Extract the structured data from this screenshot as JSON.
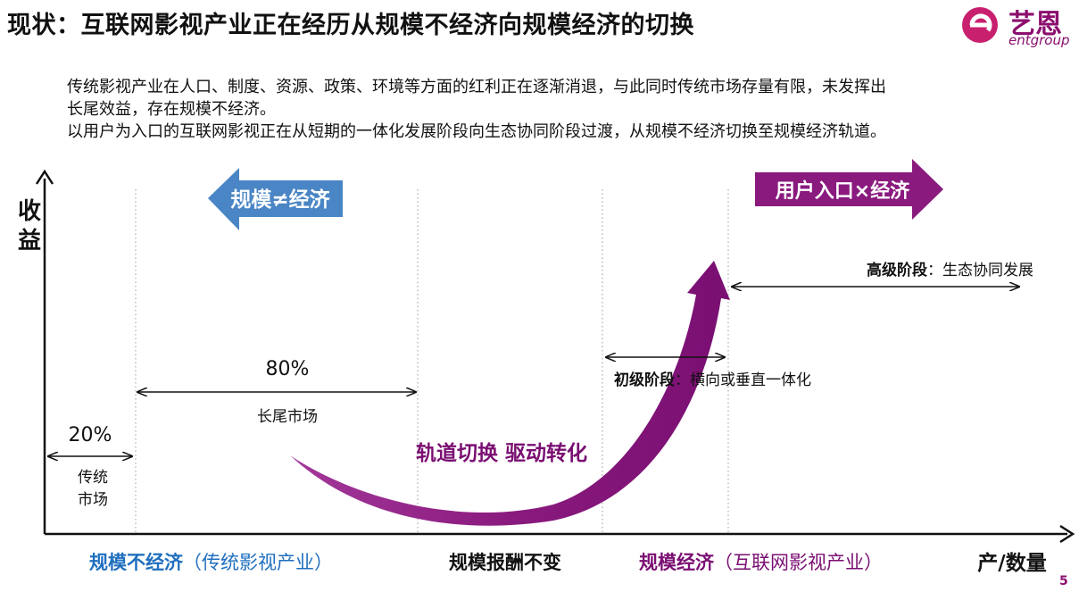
{
  "title": "现状：互联网影视产业正在经历从规模不经济向规模经济的切换",
  "logo": {
    "name_cn": "艺恩",
    "name_en": "entgroup",
    "icon": "entgroup-e-logo-icon"
  },
  "paragraphs": [
    "传统影视产业在人口、制度、资源、政策、环境等方面的红利正在逐渐消退，与此同时传统市场存量有限，未发挥出",
    "长尾效益，存在规模不经济。",
    "以用户为入口的互联网影视正在从短期的一体化发展阶段向生态协同阶段过渡，从规模不经济切换至规模经济轨道。"
  ],
  "axes": {
    "y_label_1": "收",
    "y_label_2": "益",
    "x_label": "产/数量"
  },
  "arrows": {
    "left_block": "规模≠经济",
    "right_block": "用户入口×经济",
    "curve": "轨道切换 驱动转化"
  },
  "segments": {
    "traditional_pct": "20%",
    "traditional_line1": "传统",
    "traditional_line2": "市场",
    "longtail_pct": "80%",
    "longtail_label": "长尾市场"
  },
  "stages": {
    "primary_bold": "初级阶段",
    "primary_rest": "：横向或垂直一体化",
    "advanced_bold": "高级阶段",
    "advanced_rest": "：生态协同发展"
  },
  "bottom": {
    "left_main": "规模不经济",
    "left_paren": "（传统影视产业）",
    "middle": "规模报酬不变",
    "right_main": "规模经济",
    "right_paren": "（互联网影视产业）"
  },
  "colors": {
    "blue": "#1f6fbf",
    "purple": "#7a0f72",
    "blue_arrow": "#4a86c5",
    "purple_arrow": "#8a1a7e"
  },
  "page_number": "5"
}
